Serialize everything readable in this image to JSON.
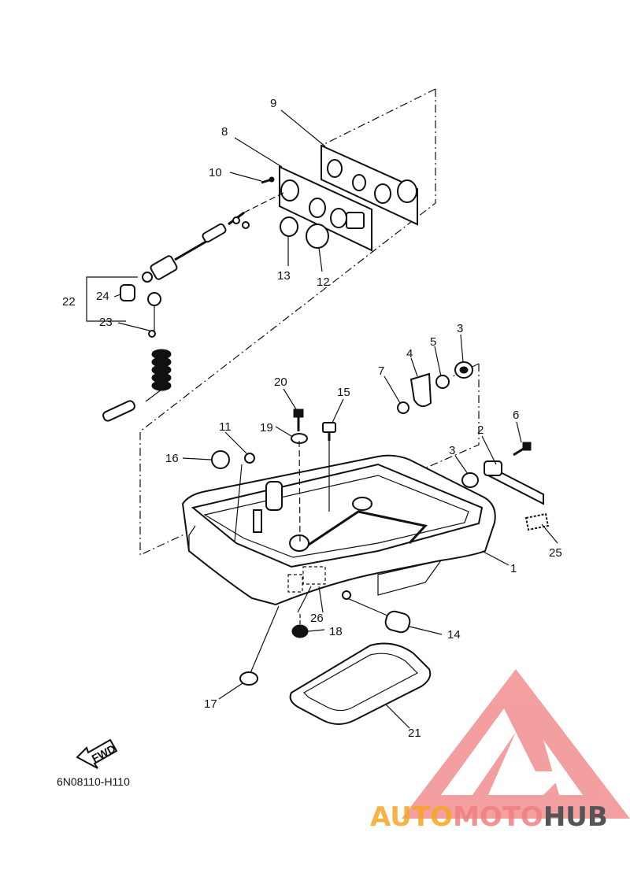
{
  "diagram": {
    "code": "6N08110-H110",
    "fwd_label": "FWD",
    "callouts": [
      "1",
      "2",
      "3",
      "3",
      "4",
      "5",
      "6",
      "7",
      "8",
      "9",
      "10",
      "11",
      "12",
      "13",
      "14",
      "15",
      "16",
      "17",
      "18",
      "19",
      "20",
      "21",
      "22",
      "23",
      "24",
      "25",
      "26"
    ]
  },
  "watermark": {
    "brand_part1": "AUTO",
    "brand_part2": "MOTO",
    "brand_part3": "HUB",
    "colors": {
      "orange": "#f5a623",
      "pink": "#f08080",
      "gray": "#555555"
    }
  }
}
